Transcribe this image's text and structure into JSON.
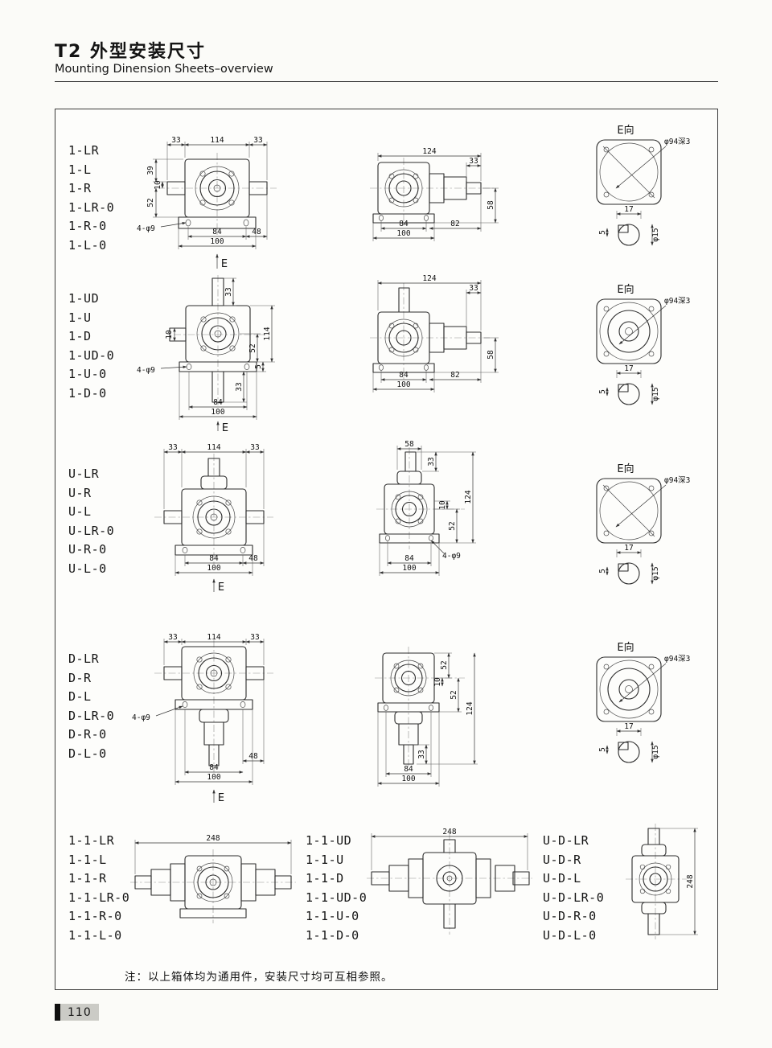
{
  "header": {
    "title": "T2 外型安装尺寸",
    "subtitle": "Mounting Dinension Sheets–overview"
  },
  "note": "注：以上箱体均为通用件，安装尺寸均可互相参照。",
  "footer": {
    "page_number": "110"
  },
  "rows": [
    {
      "labels": [
        "1-LR",
        "1-L",
        "1-R",
        "1-LR-0",
        "1-R-0",
        "1-L-0"
      ],
      "front": {
        "top_left": "33",
        "top_mid": "114",
        "top_right": "33",
        "left_top": "39",
        "left_mid": "10",
        "left_bot": "52",
        "bolt_note": "4-φ9",
        "bot_left": "84",
        "bot_right": "48",
        "bot_overall": "100",
        "view_arrow": "E"
      },
      "side": {
        "top": "124",
        "stub": "33",
        "height": "58",
        "bot_box": "84",
        "bot_shaft": "82",
        "bot_overall": "100"
      },
      "eview": {
        "title": "E向",
        "recess_note": "φ94深3",
        "key_width": "17",
        "key_h": "5",
        "shaft_dia": "φ15"
      }
    },
    {
      "labels": [
        "1-UD",
        "1-U",
        "1-D",
        "1-UD-0",
        "1-U-0",
        "1-D-0"
      ],
      "front": {
        "shaft_top": "33",
        "overall": "114",
        "center_bot": "52",
        "shaft_bot": "33",
        "left": "10",
        "base": "5",
        "bolt_note": "4-φ9",
        "bot_holes": "84",
        "bot_overall": "100",
        "view_arrow": "E"
      },
      "side": {
        "top": "124",
        "stub": "33",
        "height": "58",
        "bot_box": "84",
        "bot_shaft": "82",
        "bot_overall": "100"
      },
      "eview": {
        "title": "E向",
        "recess_note": "φ94深3",
        "key_width": "17",
        "key_h": "5",
        "shaft_dia": "φ15"
      }
    },
    {
      "labels": [
        "U-LR",
        "U-R",
        "U-L",
        "U-LR-0",
        "U-R-0",
        "U-L-0"
      ],
      "front": {
        "top_left": "33",
        "top_mid": "114",
        "top_right": "33",
        "bot_left": "84",
        "bot_right": "48",
        "bot_overall": "100",
        "view_arrow": "E"
      },
      "side": {
        "top": "58",
        "stub": "33",
        "overall": "124",
        "off": "10",
        "center": "52",
        "bolt_note": "4-φ9",
        "bot_holes": "84",
        "bot_overall": "100"
      },
      "eview": {
        "title": "E向",
        "recess_note": "φ94深3",
        "key_width": "17",
        "key_h": "5",
        "shaft_dia": "φ15"
      }
    },
    {
      "labels": [
        "D-LR",
        "D-R",
        "D-L",
        "D-LR-0",
        "D-R-0",
        "D-L-0"
      ],
      "front": {
        "top_left": "33",
        "top_mid": "114",
        "top_right": "33",
        "bolt_note": "4-φ9",
        "bot_holes": "84",
        "bot_right": "48",
        "bot_overall": "100",
        "view_arrow": "E"
      },
      "side": {
        "top_half": "52",
        "off": "10",
        "center_half": "52",
        "overall": "124",
        "stub": "33",
        "bot_holes": "84",
        "bot_overall": "100"
      },
      "eview": {
        "title": "E向",
        "recess_note": "φ94深3",
        "key_width": "17",
        "key_h": "5",
        "shaft_dia": "φ15"
      }
    }
  ],
  "bottom": {
    "groups": [
      {
        "labels": [
          "1-1-LR",
          "1-1-L",
          "1-1-R",
          "1-1-LR-0",
          "1-1-R-0",
          "1-1-L-0"
        ],
        "overall": "248"
      },
      {
        "labels": [
          "1-1-UD",
          "1-1-U",
          "1-1-D",
          "1-1-UD-0",
          "1-1-U-0",
          "1-1-D-0"
        ],
        "overall": "248"
      },
      {
        "labels": [
          "U-D-LR",
          "U-D-R",
          "U-D-L",
          "U-D-LR-0",
          "U-D-R-0",
          "U-D-L-0"
        ],
        "overall": "248"
      }
    ]
  }
}
